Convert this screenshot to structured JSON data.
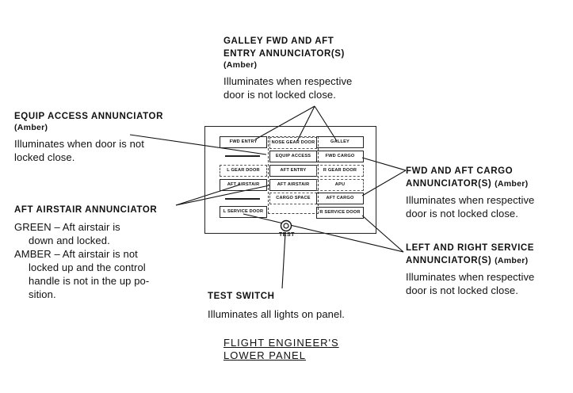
{
  "galley": {
    "title1": "GALLEY FWD AND AFT",
    "title2": "ENTRY ANNUNCIATOR(S)",
    "color": "(Amber)",
    "desc1": "Illuminates when respective",
    "desc2": "door is not locked close."
  },
  "equip": {
    "title": "EQUIP ACCESS ANNUNCIATOR",
    "color": "(Amber)",
    "desc1": "Illuminates when door is not",
    "desc2": "locked close."
  },
  "airstair": {
    "title": "AFT AIRSTAIR ANNUNCIATOR",
    "green1": "GREEN – Aft airstair is",
    "green2": "down and locked.",
    "amber1": "AMBER – Aft airstair is not",
    "amber2": "locked up and the control",
    "amber3": "handle is not in the up po-",
    "amber4": "sition."
  },
  "cargo": {
    "title1": "FWD AND AFT CARGO",
    "title2": "ANNUNCIATOR(S)",
    "color": "(Amber)",
    "desc1": "Illuminates when respective",
    "desc2": "door is not locked close."
  },
  "service": {
    "title1": "LEFT AND RIGHT SERVICE",
    "title2": "ANNUNCIATOR(S)",
    "color": "(Amber)",
    "desc1": "Illuminates when respective",
    "desc2": "door is not locked close."
  },
  "test": {
    "title": "TEST SWITCH",
    "desc": "Illuminates all lights on panel.",
    "label": "TEST"
  },
  "caption": {
    "line1": "FLIGHT ENGINEER'S",
    "line2": "LOWER PANEL"
  },
  "panel": {
    "left": [
      "FWD ENTRY",
      "",
      "L GEAR DOOR",
      "AFT AIRSTAIR",
      "",
      "L SERVICE DOOR"
    ],
    "middle": [
      "NOSE GEAR DOOR",
      "EQUIP ACCESS",
      "AFT ENTRY",
      "AFT AIRSTAIR",
      "CARGO SPACE"
    ],
    "right": [
      "GALLEY",
      "FWD CARGO",
      "R GEAR DOOR",
      "APU",
      "AFT CARGO",
      "R SERVICE DOOR"
    ]
  }
}
